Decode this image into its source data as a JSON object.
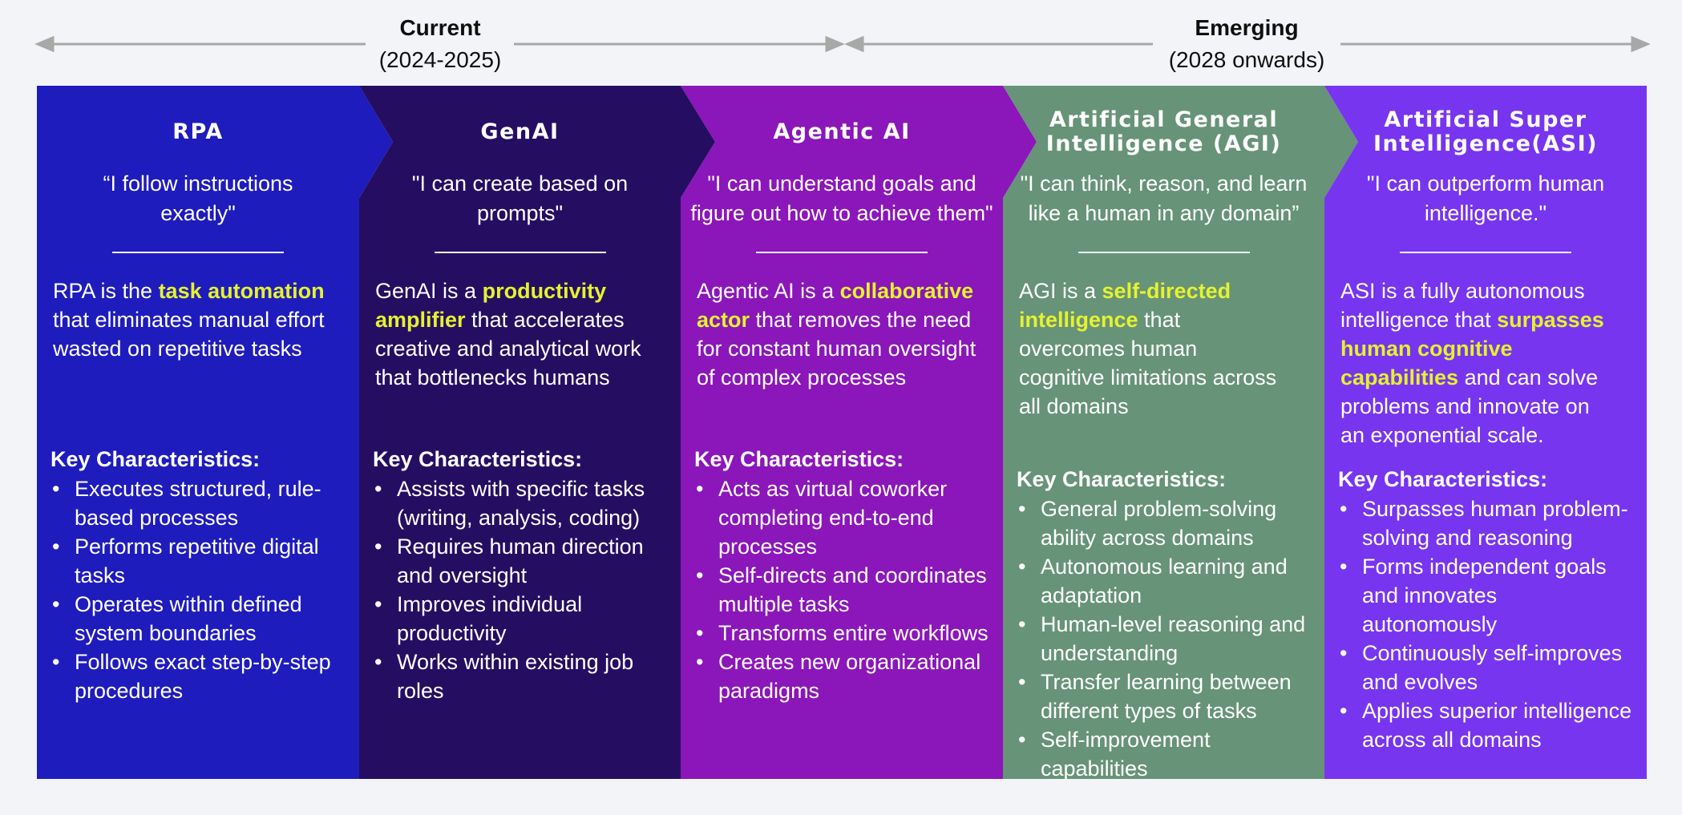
{
  "timeline": {
    "current": {
      "title": "Current",
      "range": "(2024-2025)"
    },
    "emerging": {
      "title": "Emerging",
      "range": "(2028 onwards)"
    }
  },
  "colors": {
    "rpa": "#1f1cbd",
    "genai": "#250e62",
    "agentic": "#8b16b9",
    "agi": "#679378",
    "asi": "#7735ef",
    "highlight": "#e5f230",
    "arrow": "#a8a8a8"
  },
  "columns": [
    {
      "id": "rpa",
      "title": "RPA",
      "quote": "“I follow instructions exactly\"",
      "desc": [
        {
          "text": "RPA is the ",
          "hl": false
        },
        {
          "text": "task automation",
          "hl": true
        },
        {
          "text": " that eliminates manual effort wasted on repetitive tasks",
          "hl": false
        }
      ],
      "kc_title": "Key Characteristics:",
      "kc": [
        "Executes structured, rule-based processes",
        "Performs repetitive digital tasks",
        "Operates within defined system boundaries",
        "Follows exact step-by-step procedures"
      ]
    },
    {
      "id": "genai",
      "title": "GenAI",
      "quote": "\"I can create based on prompts\"",
      "desc": [
        {
          "text": "GenAI is a ",
          "hl": false
        },
        {
          "text": "productivity amplifier",
          "hl": true
        },
        {
          "text": " that accelerates creative and analytical work that bottlenecks humans",
          "hl": false
        }
      ],
      "kc_title": "Key Characteristics:",
      "kc": [
        "Assists with specific tasks (writing, analysis, coding)",
        "Requires human direction and oversight",
        "Improves individual productivity",
        "Works within existing job roles"
      ]
    },
    {
      "id": "agentic",
      "title": "Agentic AI",
      "quote": "\"I can understand goals and figure out how to achieve them\"",
      "desc": [
        {
          "text": "Agentic AI is a ",
          "hl": false
        },
        {
          "text": "collaborative actor",
          "hl": true
        },
        {
          "text": " that removes the need for constant human oversight of complex processes",
          "hl": false
        }
      ],
      "kc_title": "Key Characteristics:",
      "kc": [
        "Acts as virtual coworker completing end-to-end processes",
        "Self-directs and coordinates multiple tasks",
        "Transforms entire workflows",
        "Creates new organizational paradigms"
      ]
    },
    {
      "id": "agi",
      "title": "Artificial General Intelligence (AGI)",
      "quote": "\"I can think, reason, and learn like a human in any domain”",
      "desc": [
        {
          "text": "AGI is a ",
          "hl": false
        },
        {
          "text": "self-directed intelligence",
          "hl": true
        },
        {
          "text": " that overcomes human cognitive limitations across all domains",
          "hl": false
        }
      ],
      "kc_title": "Key Characteristics:",
      "kc": [
        "General problem-solving ability across domains",
        "Autonomous learning and adaptation",
        "Human-level reasoning and understanding",
        "Transfer learning between different types of tasks",
        "Self-improvement capabilities"
      ]
    },
    {
      "id": "asi",
      "title": "Artificial Super Intelligence(ASI)",
      "quote": "\"I can outperform human intelligence.\"",
      "desc": [
        {
          "text": "ASI is a fully autonomous intelligence that ",
          "hl": false
        },
        {
          "text": "surpasses human cognitive capabilities",
          "hl": true
        },
        {
          "text": " and can solve problems and innovate on an exponential scale.",
          "hl": false
        }
      ],
      "kc_title": "Key Characteristics:",
      "kc": [
        "Surpasses human problem-solving and reasoning",
        "Forms independent goals and innovates autonomously",
        "Continuously self-improves and evolves",
        "Applies superior intelligence across all domains"
      ]
    }
  ]
}
